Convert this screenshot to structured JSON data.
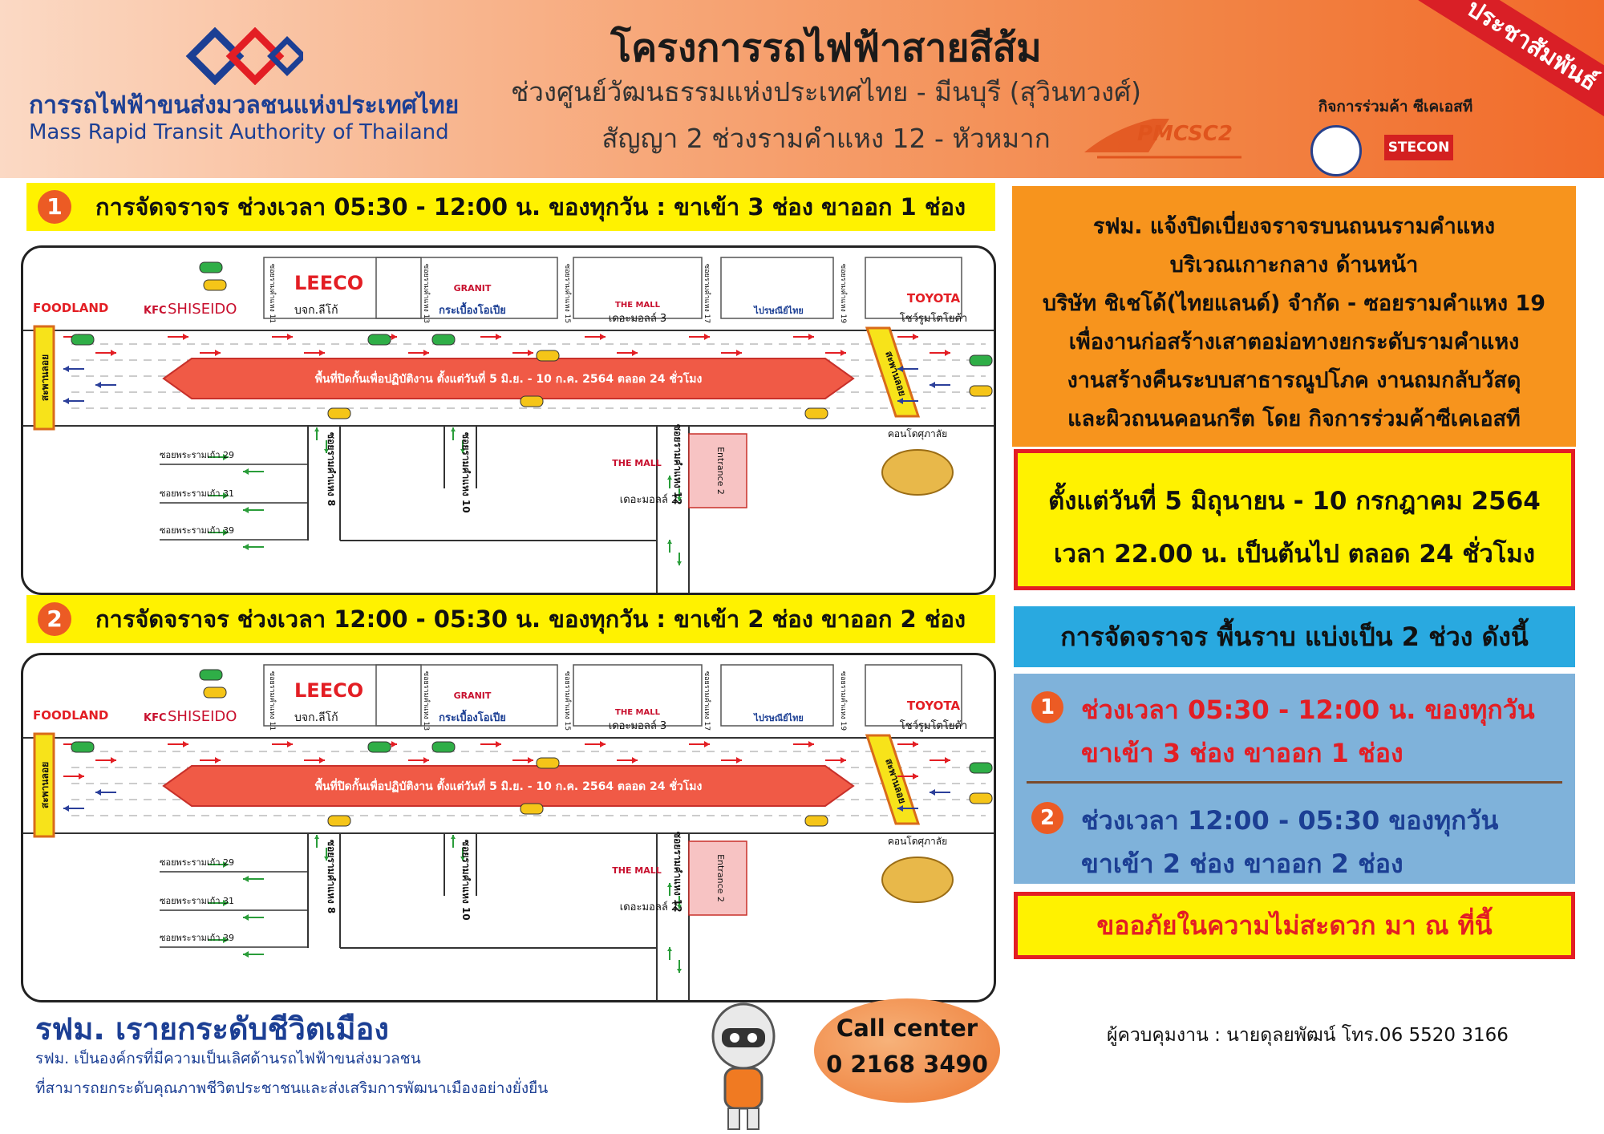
{
  "header": {
    "org_name_th": "การรถไฟฟ้าขนส่งมวลชนแห่งประเทศไทย",
    "org_name_en": "Mass Rapid Transit Authority of Thailand",
    "title": "โครงการรถไฟฟ้าสายสีส้ม",
    "subtitle_1": "ช่วงศูนย์วัฒนธรรมแห่งประเทศไทย - มีนบุรี (สุวินทวงศ์)",
    "subtitle_2": "สัญญา 2 ช่วงรามคำแหง 12 - หัวหมาก",
    "consultant_logo": "PMCSC2",
    "contractor_label": "กิจการร่วมค้า ซีเคเอสที",
    "contractor_logo": "STECON",
    "ribbon": "ประชาสัมพันธ์"
  },
  "sections": [
    {
      "number": "1",
      "heading": "การจัดจราจร ช่วงเวลา 05:30 - 12:00 น. ของทุกวัน : ขาเข้า 3 ช่อง ขาออก 1 ช่อง",
      "lanes_inbound": 3,
      "lanes_outbound": 1
    },
    {
      "number": "2",
      "heading": "การจัดจราจร ช่วงเวลา 12:00 - 05:30 น. ของทุกวัน : ขาเข้า 2 ช่อง ขาออก 2 ช่อง",
      "lanes_inbound": 2,
      "lanes_outbound": 2
    }
  ],
  "map_labels": {
    "closure": "พื้นที่ปิดกั้นเพื่อปฏิบัติงาน ตั้งแต่วันที่ 5 มิ.ย. - 10 ก.ค. 2564 ตลอด 24 ชั่วโมง",
    "bridge_left": "สะพานลอย",
    "bridge_right": "สะพานลอย",
    "foodland": "FOODLAND",
    "kfc": "KFC",
    "shiseido": "SHISEIDO",
    "leeco": "LEECO",
    "leeco_sub": "บจก.ลีโก้",
    "granit": "GRANIT",
    "granit_sub": "กระเบื้องโอเปีย",
    "mall3_brand": "THE MALL",
    "mall3": "เดอะมอลล์ 3",
    "thaipost": "ไปรษณีย์ไทย",
    "toyota": "TOYOTA",
    "toyota_sub": "โชว์รูมโตโยต้า",
    "soi11": "ซอยรามคำแหง 11",
    "soi13": "ซอยรามคำแหง 13",
    "soi15": "ซอยรามคำแหง 15",
    "soi17": "ซอยรามคำแหง 17",
    "soi19": "ซอยรามคำแหง 19",
    "soi8": "ซอยรามคำแหง 8",
    "soi10": "ซอยรามคำแหง 10",
    "soi12": "ซอยรามคำแหง 12",
    "soi29": "ซอยพระรามเก้า 29",
    "soi31": "ซอยพระรามเก้า 31",
    "soi39": "ซอยพระรามเก้า 39",
    "mall2_brand": "THE MALL",
    "mall2": "เดอะมอลล์ 2",
    "entrance": "Entrance 2",
    "condo": "คอนโดศุภาลัย"
  },
  "notice": {
    "lines": [
      "รฟม. แจ้งปิดเบี่ยงจราจรบนถนนรามคำแหง",
      "บริเวณเกาะกลาง ด้านหน้า",
      "บริษัท ชิเชโด้(ไทยแลนด์) จำกัด - ซอยรามคำแหง 19",
      "เพื่องานก่อสร้างเสาตอม่อทางยกระดับรามคำแหง",
      "งานสร้างคืนระบบสาธารณูปโภค งานถมกลับวัสดุ",
      "และผิวถนนคอนกรีต โดย กิจการร่วมค้าซีเคเอสที"
    ],
    "date_line_1": "ตั้งแต่วันที่ 5 มิถุนายน - 10 กรกฎาคม 2564",
    "date_line_2": "เวลา 22.00 น. เป็นต้นไป ตลอด 24 ชั่วโมง"
  },
  "traffic_summary": {
    "heading": "การจัดจราจร พื้นราบ แบ่งเป็น 2 ช่วง ดังนี้",
    "items": [
      {
        "number": "1",
        "line1": "ช่วงเวลา 05:30 - 12:00 น. ของทุกวัน",
        "line2": "ขาเข้า 3 ช่อง ขาออก 1 ช่อง"
      },
      {
        "number": "2",
        "line1": "ช่วงเวลา 12:00 - 05:30 ของทุกวัน",
        "line2": "ขาเข้า 2 ช่อง ขาออก 2 ช่อง"
      }
    ],
    "apology": "ขออภัยในความไม่สะดวก มา ณ ที่นี้"
  },
  "footer": {
    "slogan": "รฟม. เรายกระดับชีวิตเมือง",
    "description_1": "รฟม. เป็นองค์กรที่มีความเป็นเลิศด้านรถไฟฟ้าขนส่งมวลชน",
    "description_2": "ที่สามารถยกระดับคุณภาพชีวิตประชาชนและส่งเสริมการพัฒนาเมืองอย่างยั่งยืน",
    "call_center_label": "Call center",
    "call_center_number": "0 2168 3490",
    "supervisor": "ผู้ควบคุมงาน : นายดุลยพัฒน์ โทร.06 5520 3166"
  },
  "colors": {
    "header_orange": "#f28445",
    "mrta_blue": "#1c3f94",
    "highlight_yellow": "#fff200",
    "alert_red": "#e31e24",
    "notice_orange": "#f7941d",
    "summary_blue": "#7fb2da",
    "closure_red": "#f05a46"
  }
}
